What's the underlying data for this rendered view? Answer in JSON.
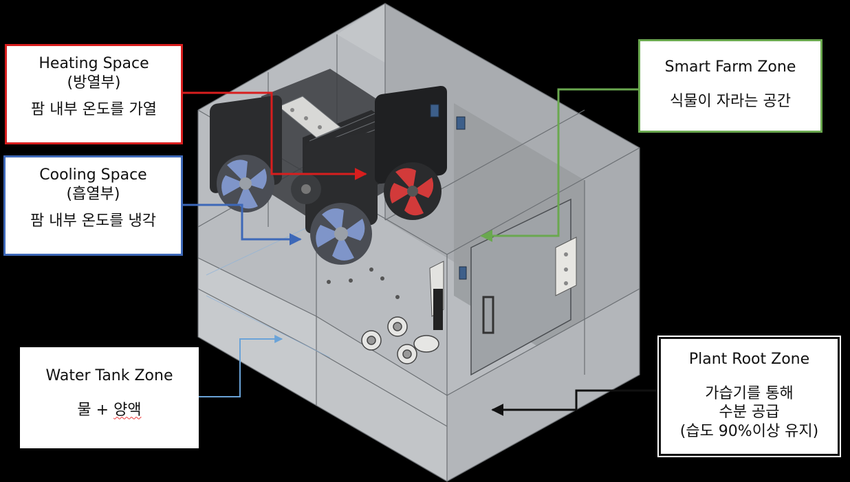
{
  "labels": {
    "heating": {
      "title": "Heating Space",
      "subtitle": "(방열부)",
      "desc": "팜 내부 온도를 가열"
    },
    "cooling": {
      "title": "Cooling Space",
      "subtitle": "(흡열부)",
      "desc": "팜 내부 온도를 냉각"
    },
    "smart_farm": {
      "title": "Smart Farm Zone",
      "desc": "식물이 자라는 공간"
    },
    "water_tank": {
      "title": "Water Tank Zone",
      "desc_prefix": "물 + ",
      "desc_word": "양액"
    },
    "plant_root": {
      "title": "Plant Root Zone",
      "line1": "가습기를 통해",
      "line2": "수분 공급",
      "line3": "(습도 90%이상 유지)"
    }
  },
  "colors": {
    "heating": "#d81e1e",
    "cooling": "#3d68b8",
    "smart_farm": "#6aa84f",
    "plant_root": "#111111",
    "water_tank": "#6aa3d8",
    "enclosure_fill": "#b9bcc0",
    "edge": "#6b6f73",
    "fan_blade": "#7f95c9",
    "fan_blade_hot": "#d23a3a"
  },
  "icons": [
    "cooling-fan-icon",
    "heating-fan-icon",
    "hinge-icon",
    "heatsink-icon",
    "pump-icon"
  ]
}
